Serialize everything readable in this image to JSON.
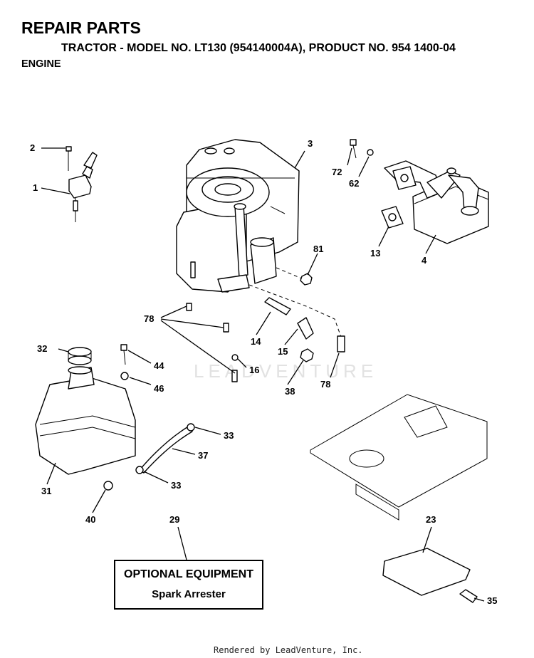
{
  "header": {
    "title": "REPAIR PARTS",
    "subtitle": "TRACTOR - MODEL NO. LT130 (954140004A), PRODUCT NO. 954 1400-04",
    "section": "ENGINE"
  },
  "labels": {
    "p1": "1",
    "p2": "2",
    "p3": "3",
    "p4": "4",
    "p13": "13",
    "p14": "14",
    "p15": "15",
    "p16": "16",
    "p23": "23",
    "p29": "29",
    "p31": "31",
    "p32": "32",
    "p33a": "33",
    "p33b": "33",
    "p35": "35",
    "p37": "37",
    "p38": "38",
    "p40": "40",
    "p44": "44",
    "p46": "46",
    "p62": "62",
    "p72": "72",
    "p78a": "78",
    "p78b": "78",
    "p81": "81"
  },
  "optional": {
    "title": "OPTIONAL EQUIPMENT",
    "item": "Spark Arrester"
  },
  "watermark": "LEADVENTURE",
  "footer": "Rendered by LeadVenture, Inc."
}
